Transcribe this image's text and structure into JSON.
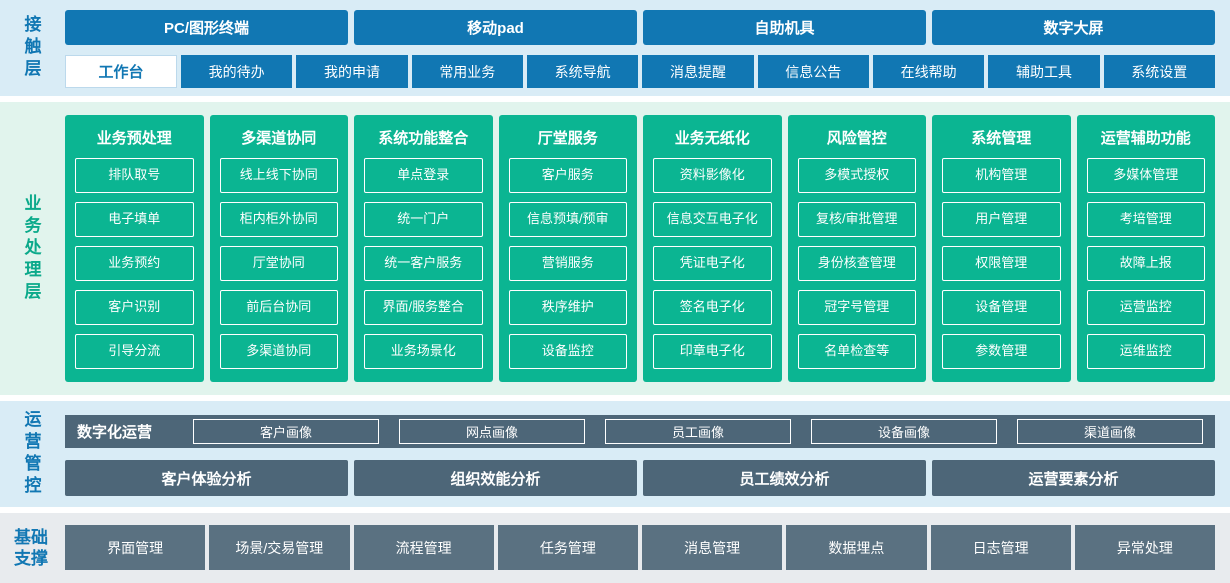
{
  "contact": {
    "label": "接触层",
    "terminals": [
      "PC/图形终端",
      "移动pad",
      "自助机具",
      "数字大屏"
    ],
    "workbench": {
      "label": "工作台",
      "items": [
        "我的待办",
        "我的申请",
        "常用业务",
        "系统导航",
        "消息提醒",
        "信息公告",
        "在线帮助",
        "辅助工具",
        "系统设置"
      ]
    }
  },
  "business": {
    "label": "业务处理层",
    "columns": [
      {
        "title": "业务预处理",
        "items": [
          "排队取号",
          "电子填单",
          "业务预约",
          "客户识别",
          "引导分流"
        ]
      },
      {
        "title": "多渠道协同",
        "items": [
          "线上线下协同",
          "柜内柜外协同",
          "厅堂协同",
          "前后台协同",
          "多渠道协同"
        ]
      },
      {
        "title": "系统功能整合",
        "items": [
          "单点登录",
          "统一门户",
          "统一客户服务",
          "界面/服务整合",
          "业务场景化"
        ]
      },
      {
        "title": "厅堂服务",
        "items": [
          "客户服务",
          "信息预填/预审",
          "营销服务",
          "秩序维护",
          "设备监控"
        ]
      },
      {
        "title": "业务无纸化",
        "items": [
          "资料影像化",
          "信息交互电子化",
          "凭证电子化",
          "签名电子化",
          "印章电子化"
        ]
      },
      {
        "title": "风险管控",
        "items": [
          "多模式授权",
          "复核/审批管理",
          "身份核查管理",
          "冠字号管理",
          "名单检查等"
        ]
      },
      {
        "title": "系统管理",
        "items": [
          "机构管理",
          "用户管理",
          "权限管理",
          "设备管理",
          "参数管理"
        ]
      },
      {
        "title": "运营辅助功能",
        "items": [
          "多媒体管理",
          "考培管理",
          "故障上报",
          "运营监控",
          "运维监控"
        ]
      }
    ]
  },
  "operations": {
    "label": "运营管控",
    "digital": {
      "label": "数字化运营",
      "items": [
        "客户画像",
        "网点画像",
        "员工画像",
        "设备画像",
        "渠道画像"
      ]
    },
    "analyses": [
      "客户体验分析",
      "组织效能分析",
      "员工绩效分析",
      "运营要素分析"
    ]
  },
  "foundation": {
    "label": "基础支撑",
    "items": [
      "界面管理",
      "场景/交易管理",
      "流程管理",
      "任务管理",
      "消息管理",
      "数据埋点",
      "日志管理",
      "异常处理"
    ]
  },
  "colors": {
    "blue": "#1177b3",
    "teal": "#0bb592",
    "slate": "#4d6678",
    "foundation_box": "#5a7181",
    "contact_bg": "#d9ecf6",
    "business_bg": "#e1f4ed"
  }
}
